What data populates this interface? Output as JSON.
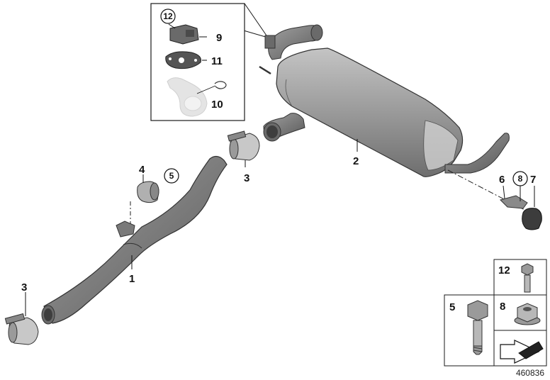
{
  "diagram": {
    "reference_id": "460836",
    "callouts": [
      {
        "id": "c12_inset",
        "label": "12",
        "circled": true
      },
      {
        "id": "c9",
        "label": "9",
        "circled": false
      },
      {
        "id": "c11",
        "label": "11",
        "circled": false
      },
      {
        "id": "c10",
        "label": "10",
        "circled": false
      },
      {
        "id": "c2",
        "label": "2",
        "circled": false
      },
      {
        "id": "c3_mid",
        "label": "3",
        "circled": false
      },
      {
        "id": "c4",
        "label": "4",
        "circled": false
      },
      {
        "id": "c5_circle",
        "label": "5",
        "circled": true
      },
      {
        "id": "c1",
        "label": "1",
        "circled": false
      },
      {
        "id": "c3_left",
        "label": "3",
        "circled": false
      },
      {
        "id": "c6",
        "label": "6",
        "circled": false
      },
      {
        "id": "c8_circle",
        "label": "8",
        "circled": true
      },
      {
        "id": "c7",
        "label": "7",
        "circled": false
      }
    ],
    "hardware_legend": [
      {
        "label": "12",
        "part": "hex-bolt-short"
      },
      {
        "label": "5",
        "part": "hex-bolt-long"
      },
      {
        "label": "8",
        "part": "flange-nut"
      }
    ],
    "colors": {
      "line": "#1a1a1a",
      "part_fill": "#8a8a8a",
      "part_dark": "#5e5e5e",
      "part_light": "#b5b5b5",
      "ghost": "#e2e2e2"
    }
  }
}
